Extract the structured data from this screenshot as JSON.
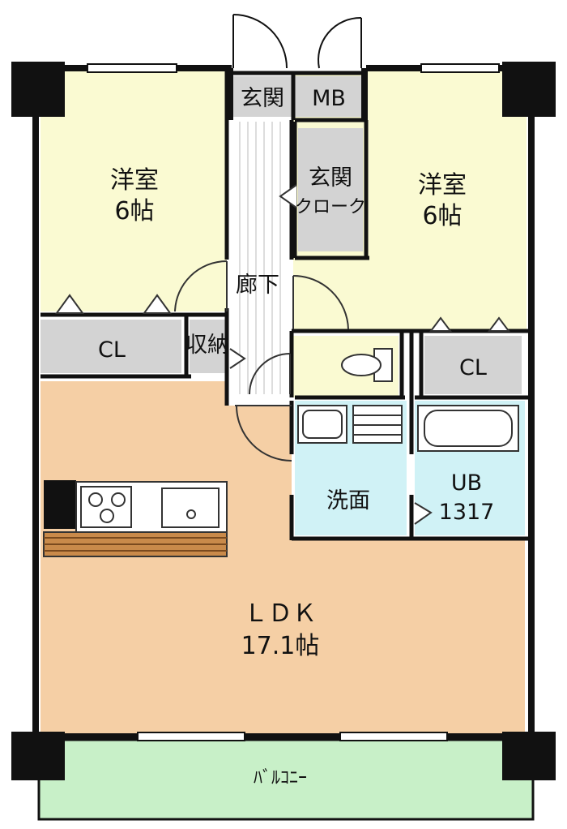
{
  "floorplan": {
    "rooms": {
      "western_left": {
        "name": "洋室",
        "size": "6帖"
      },
      "western_right": {
        "name": "洋室",
        "size": "6帖"
      },
      "entrance": {
        "name": "玄関"
      },
      "meter_box": {
        "name": "MB"
      },
      "entrance_closet": {
        "name": "玄関",
        "sub": "クローク"
      },
      "hallway": {
        "name": "廊下"
      },
      "closet_left": {
        "name": "CL"
      },
      "storage": {
        "name": "収納"
      },
      "closet_right": {
        "name": "CL"
      },
      "washroom": {
        "name": "洗面"
      },
      "bath": {
        "name": "UB",
        "size": "1317"
      },
      "ldk": {
        "name": "ＬＤＫ",
        "size": "17.1帖"
      },
      "balcony": {
        "name": "ﾊﾞﾙｺﾆｰ"
      }
    },
    "colors": {
      "bedroom": "#fafad2",
      "ldk": "#f5cfa5",
      "water": "#d0f2f6",
      "storage": "#d3d3d3",
      "balcony": "#c8f0c8",
      "wall": "#111111"
    }
  }
}
